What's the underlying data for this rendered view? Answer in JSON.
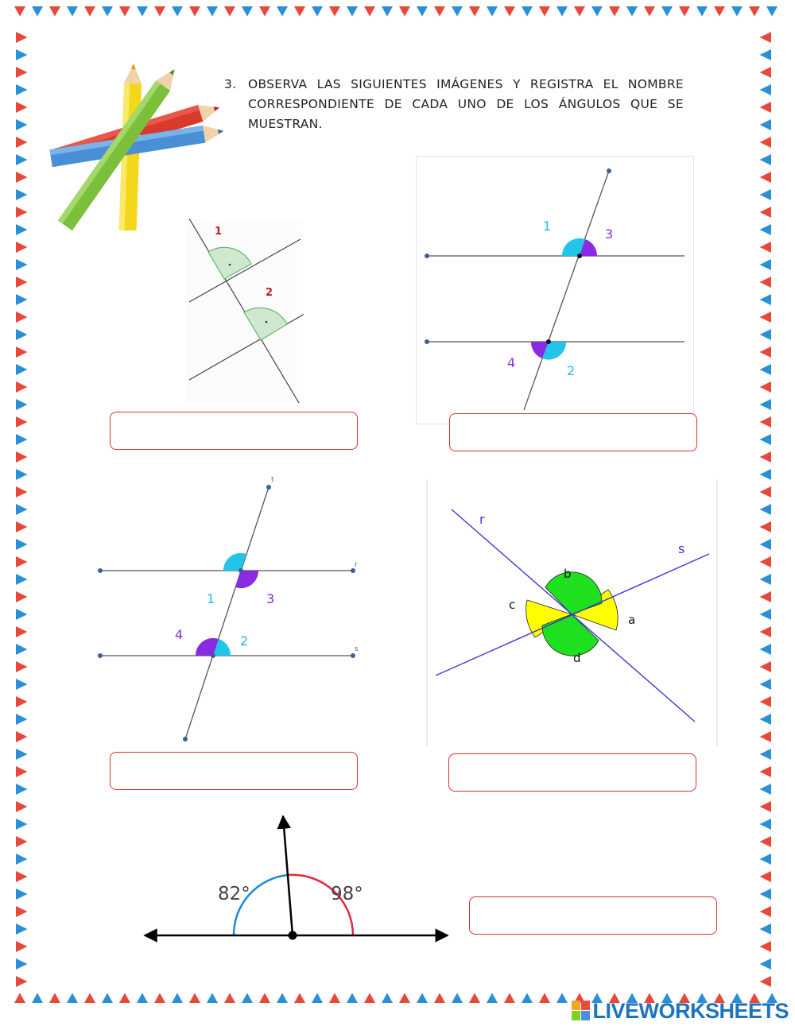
{
  "worksheet": {
    "question_number": "3.",
    "instruction": "OBSERVA LAS SIGUIENTES IMÁGENES Y REGISTRA EL NOMBRE CORRESPONDIENTE DE CADA UNO DE LOS ÁNGULOS QUE SE MUESTRAN."
  },
  "figures": {
    "fig1": {
      "labels": [
        "1",
        "2"
      ]
    },
    "fig2": {
      "labels": [
        "1",
        "3",
        "4",
        "2"
      ]
    },
    "fig3": {
      "labels": [
        "t",
        "r",
        "s",
        "1",
        "3",
        "4",
        "2"
      ]
    },
    "fig4": {
      "labels": [
        "r",
        "s",
        "b",
        "c",
        "a",
        "d"
      ]
    },
    "fig5": {
      "labels": [
        "82°",
        "98°"
      ]
    }
  },
  "answers": [
    {
      "value": ""
    },
    {
      "value": ""
    },
    {
      "value": ""
    },
    {
      "value": ""
    },
    {
      "value": ""
    }
  ],
  "footer": {
    "brand": "LIVEWORKSHEETS"
  },
  "colors": {
    "border_red": "#e8483a",
    "border_blue": "#2a8fd6",
    "box_red": "#d8322f",
    "cyan": "#22c4e8",
    "purple": "#8a2be2",
    "green": "#1ee01e",
    "yellow": "#ffff00"
  }
}
